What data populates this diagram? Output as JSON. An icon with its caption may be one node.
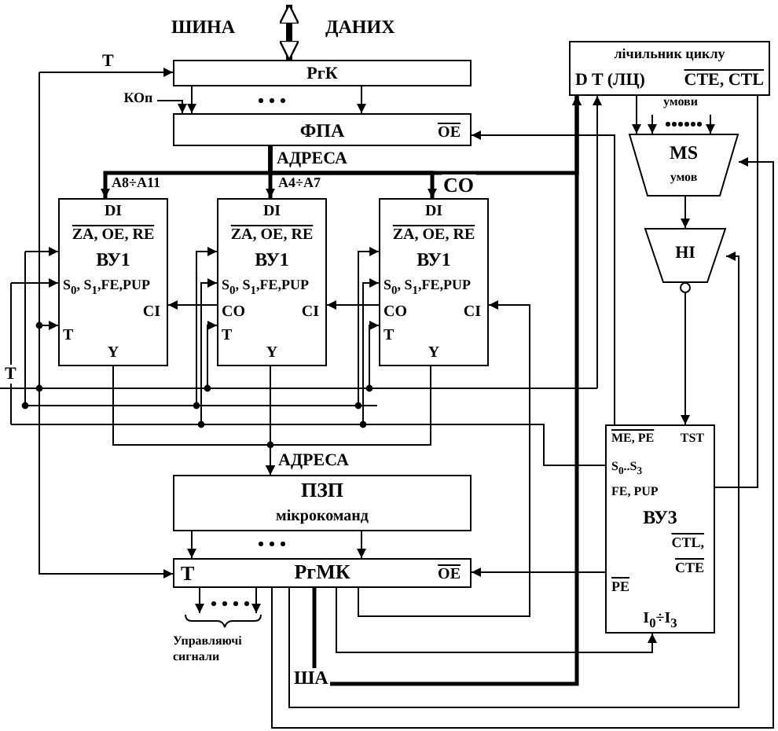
{
  "diagram": {
    "nodes": [
      {
        "text": [
          "РгК"
        ]
      },
      {
        "text": [
          "ФПА",
          "OE"
        ]
      },
      {
        "text": [
          "DI",
          "ZA, OE, RE",
          "ВУ1",
          "S$_{0}$, S$_{1}$,FE,PUP",
          "CI",
          "T",
          "Y"
        ]
      },
      {
        "text": [
          "DI",
          "ZA, OE, RE",
          "ВУ1",
          "S$_{0}$, S$_{1}$,FE,PUP",
          "CO",
          "CI",
          "T",
          "Y"
        ]
      },
      {
        "text": [
          "DI",
          "ZA, OE, RE",
          "ВУ1",
          "S$_{0}$, S$_{1}$,FE,PUP",
          "CO",
          "CI",
          "T",
          "Y"
        ]
      },
      {
        "text": [
          "ПЗП",
          "мікрокоманд"
        ]
      },
      {
        "text": [
          "T",
          "РгМК",
          "OE"
        ]
      },
      {
        "text": [
          "лічильник циклу",
          "D T (ЛЦ)",
          "CTE, CTL"
        ]
      },
      {
        "text": [
          "MS",
          "умов"
        ]
      },
      {
        "text": [
          "НІ"
        ]
      },
      {
        "text": [
          "ME, PE",
          "TST",
          "S$_{0}$..S$_{3}$",
          "FE, PUP",
          "ВУ3",
          "CTL,",
          "CTE",
          "PE",
          "I$_{0}$÷I$_{3}$"
        ]
      },
      {
        "text": [
          "КОп"
        ]
      },
      {
        "text": [
          "Управляючі сигнали"
        ]
      },
      {
        "text": [
          "умови"
        ]
      }
    ],
    "edges": [
      {
        "from": null,
        "to": 0,
        "arrow": "both",
        "style": "thick"
      },
      {
        "from": null,
        "to": 0,
        "arrow": "to"
      },
      {
        "from": null,
        "to": 6,
        "arrow": "to"
      },
      {
        "from": 11,
        "to": 1,
        "arrow": "to"
      },
      {
        "from": 0,
        "to": 1,
        "arrow": "to"
      },
      {
        "from": 0,
        "to": 1,
        "arrow": "to"
      },
      {
        "from": 1,
        "to": 2,
        "arrow": "to",
        "style": "thick"
      },
      {
        "from": 1,
        "to": 3,
        "arrow": "to",
        "style": "thick"
      },
      {
        "from": 1,
        "to": 4,
        "arrow": "to",
        "style": "thick"
      },
      {
        "from": 1,
        "to": 7,
        "arrow": "to",
        "style": "thick"
      },
      {
        "from": 4,
        "to": 3,
        "arrow": "to"
      },
      {
        "from": 3,
        "to": 2,
        "arrow": "to"
      },
      {
        "from": 6,
        "to": 4,
        "arrow": "to"
      },
      {
        "from": 2,
        "to": 5,
        "arrow": "to"
      },
      {
        "from": 3,
        "to": 5,
        "arrow": "to"
      },
      {
        "from": 4,
        "to": 5,
        "arrow": "to"
      },
      {
        "from": 5,
        "to": 6,
        "arrow": "to"
      },
      {
        "from": 5,
        "to": 6,
        "arrow": "to"
      },
      {
        "from": 6,
        "to": 12,
        "arrow": "to"
      },
      {
        "from": 6,
        "to": 12,
        "arrow": "to"
      },
      {
        "from": 6,
        "to": 7,
        "arrow": "to",
        "style": "thick",
        "label": "ША"
      },
      {
        "from": 6,
        "to": 10,
        "arrow": "to"
      },
      {
        "from": 10,
        "to": 6,
        "arrow": "to"
      },
      {
        "from": 6,
        "to": 9,
        "arrow": "to"
      },
      {
        "from": 6,
        "to": 8,
        "arrow": "to"
      },
      {
        "from": null,
        "to": 2,
        "arrow": "to"
      },
      {
        "from": null,
        "to": 2,
        "arrow": "to"
      },
      {
        "from": null,
        "to": 2,
        "arrow": "to"
      },
      {
        "from": null,
        "to": 3,
        "arrow": "to"
      },
      {
        "from": null,
        "to": 3,
        "arrow": "to"
      },
      {
        "from": null,
        "to": 3,
        "arrow": "to"
      },
      {
        "from": null,
        "to": 4,
        "arrow": "to"
      },
      {
        "from": null,
        "to": 4,
        "arrow": "to"
      },
      {
        "from": null,
        "to": 4,
        "arrow": "to"
      },
      {
        "from": 10,
        "to": 1,
        "arrow": "to"
      },
      {
        "from": 7,
        "to": 8,
        "arrow": "to"
      },
      {
        "from": 13,
        "to": 8,
        "arrow": "to"
      },
      {
        "from": 13,
        "to": 8,
        "arrow": "to"
      },
      {
        "from": 8,
        "to": 9,
        "arrow": "to"
      },
      {
        "from": 9,
        "to": 10,
        "arrow": "to"
      },
      {
        "from": 10,
        "to": 7,
        "arrow": "to"
      },
      {
        "from": null,
        "to": 7,
        "arrow": "to"
      },
      {
        "from": null,
        "to": 10,
        "arrow": "none"
      }
    ],
    "labels": [
      "ШИНА",
      "ДАНИХ",
      "T",
      "АДРЕСА",
      "A8÷A11",
      "A4÷A7",
      "CO",
      "T",
      "АДРЕСА"
    ]
  }
}
